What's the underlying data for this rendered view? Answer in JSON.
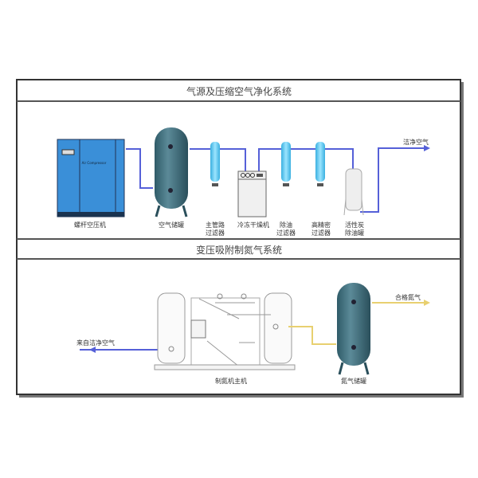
{
  "section1": {
    "title": "气源及压缩空气净化系统",
    "compressor_text": "Air Compressor",
    "labels": {
      "compressor": "螺杆空压机",
      "air_tank": "空气储罐",
      "main_filter": [
        "主管路",
        "过滤器"
      ],
      "dryer": "冷冻干燥机",
      "oil_filter": [
        "除油",
        "过滤器"
      ],
      "precision_filter": [
        "高精密",
        "过滤器"
      ],
      "carbon_tank": [
        "活性炭",
        "除油罐"
      ],
      "outlet": "洁净空气"
    }
  },
  "section2": {
    "title": "变压吸附制氮气系统",
    "labels": {
      "inlet": "来自洁净空气",
      "generator": "制氮机主机",
      "n2_tank": "氮气储罐",
      "outlet": "合格氮气"
    }
  },
  "colors": {
    "equipment": "#3f7080",
    "compressor": "#3a8fd8",
    "air_pipe": "#5560d8",
    "n2_pipe": "#e8d070",
    "filter": "#5ac8f0"
  }
}
